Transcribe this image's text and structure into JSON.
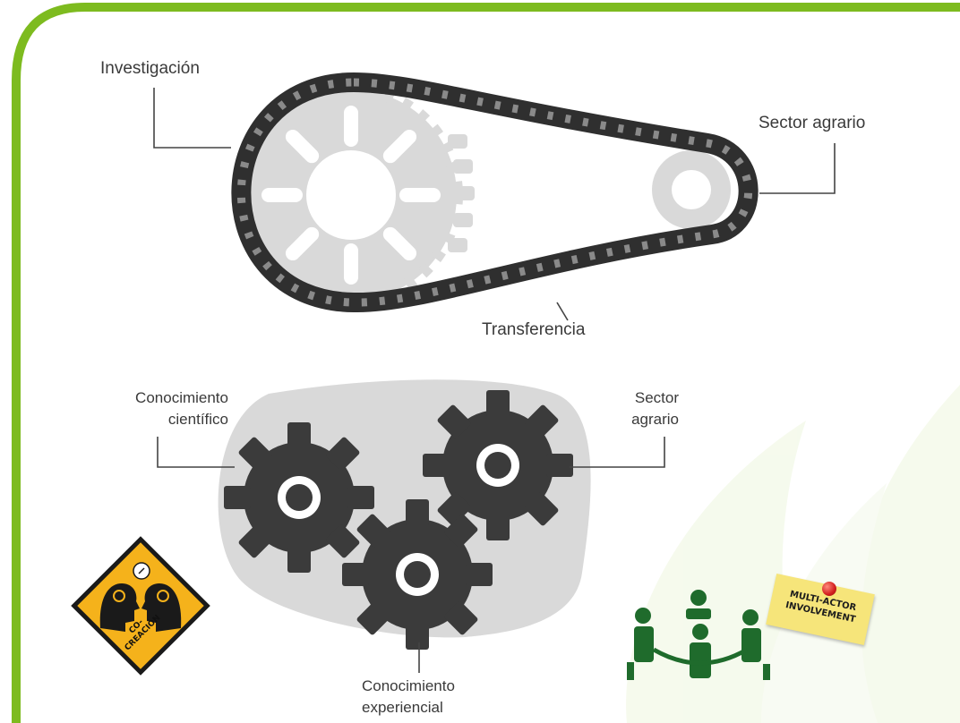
{
  "chain_diagram": {
    "label_research": "Investigación",
    "label_sector": "Sector agrario",
    "label_transfer": "Transferencia"
  },
  "gears_diagram": {
    "label_scientific": [
      "Conocimiento",
      "científico"
    ],
    "label_sector": [
      "Sector",
      "agrario"
    ],
    "label_experiential": [
      "Conocimiento",
      "experiencial"
    ]
  },
  "cocreation_sign": {
    "text": [
      "CO-",
      "CREACIÓN"
    ]
  },
  "multi_actor_note": {
    "text": [
      "MULTI-ACTOR",
      "INVOLVEMENT"
    ]
  },
  "colors": {
    "frame_green": "#7dbb1f",
    "gear_dark": "#3b3b3b",
    "blob_gray": "#d9d9d9",
    "sprocket_gray": "#d6d6d6",
    "people_green": "#1f6b2c",
    "sign_yellow": "#f5b21b"
  }
}
